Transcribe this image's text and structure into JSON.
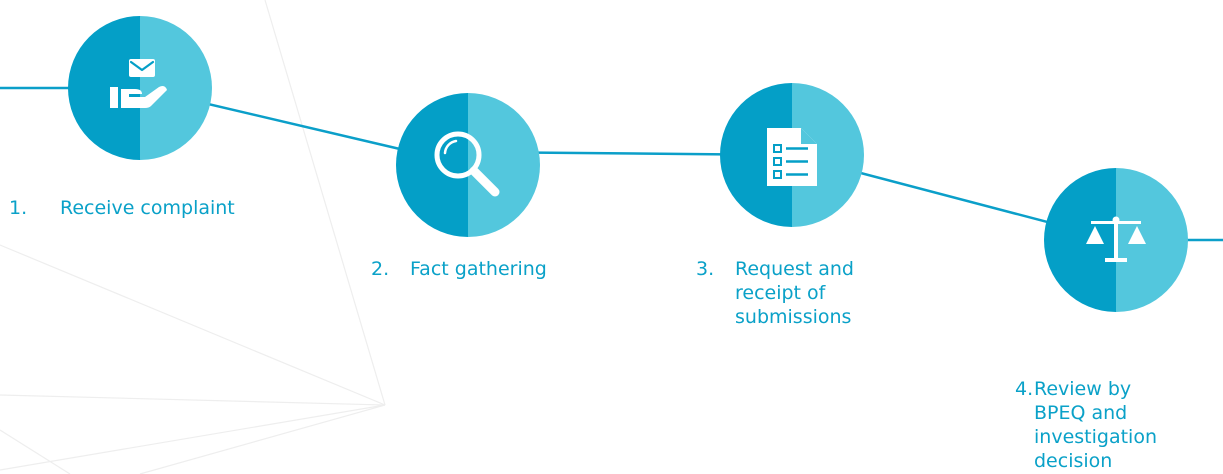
{
  "steps": [
    {
      "number": "1.",
      "label": "Receive complaint",
      "icon": "hand-envelope-icon"
    },
    {
      "number": "2.",
      "label": "Fact gathering",
      "icon": "magnifier-icon"
    },
    {
      "number": "3.",
      "label": "Request and\nreceipt of\nsubmissions",
      "icon": "checklist-document-icon"
    },
    {
      "number": "4.",
      "label": "Review by\nBPEQ and\ninvestigation\ndecision",
      "icon": "scales-icon"
    }
  ],
  "colors": {
    "circle_dark": "#049fc7",
    "circle_light": "#53c7dd",
    "line": "#0b9fc9",
    "text": "#0aa1c8",
    "background_lines": "#eeeeee"
  }
}
